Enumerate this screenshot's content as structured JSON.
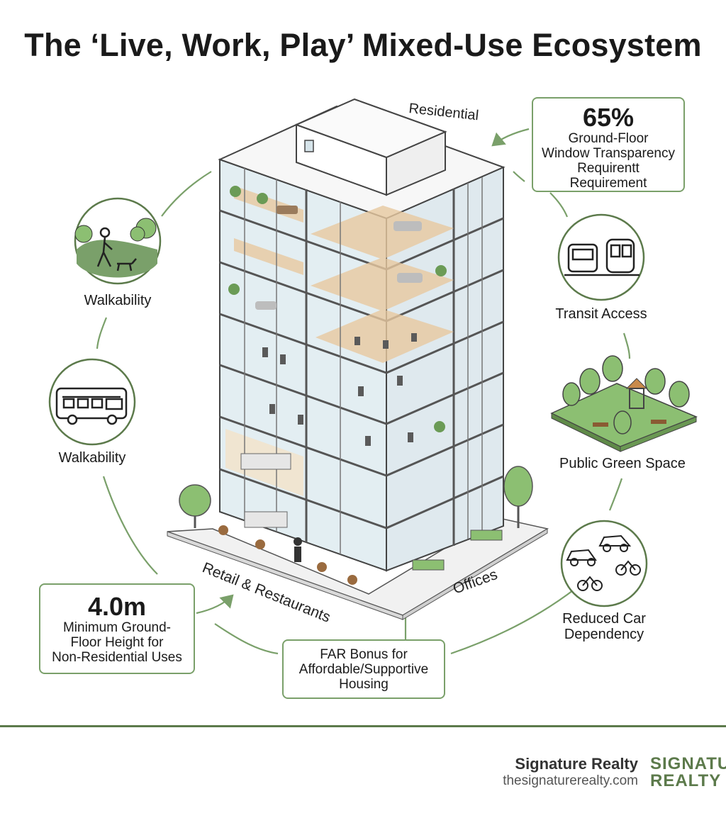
{
  "title": "The ‘Live, Work, Play’ Mixed-Use Ecosystem",
  "zones": {
    "residential": "Residential",
    "retail": "Retail & Restaurants",
    "offices": "Offices"
  },
  "features": [
    {
      "label": "Walkability",
      "icon": "walking-person-dog-icon"
    },
    {
      "label": "Walkability",
      "icon": "bus-icon"
    },
    {
      "label": "Transit Access",
      "icon": "train-icon"
    },
    {
      "label": "Public Green Space",
      "icon": "park-icon"
    },
    {
      "label": "Reduced Car Dependency",
      "icon": "cars-bicycles-icon"
    }
  ],
  "stats": {
    "transparency": {
      "value": "65%",
      "line1": "Ground-Floor",
      "line2": "Window Transparency",
      "line3": "Requirentt",
      "line4": "Requirement"
    },
    "height": {
      "value": "4.0m",
      "line1": "Minimum Ground-",
      "line2": "Floor Height for",
      "line3": "Non-Residential Uses"
    },
    "far": {
      "line1": "FAR Bonus for",
      "line2": "Affordable/Supportive",
      "line3": "Housing"
    }
  },
  "brand": {
    "name": "Signature Realty",
    "url": "thesignaturerealty.com",
    "logo_line1": "SIGNATURE",
    "logo_line2": "REALTY"
  },
  "colors": {
    "accent_green": "#7aa06a",
    "dark_green": "#5c7a4b"
  }
}
